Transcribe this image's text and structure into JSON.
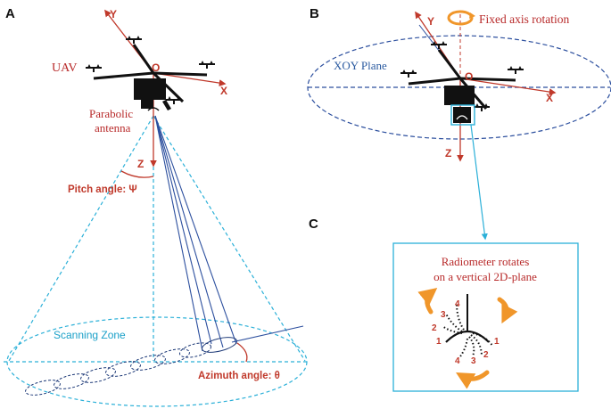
{
  "panels": {
    "a": "A",
    "b": "B",
    "c": "C"
  },
  "panel_a": {
    "axis_y": "Y",
    "axis_x": "X",
    "axis_z": "Z",
    "origin": "O",
    "uav_label": "UAV",
    "antenna_label_line1": "Parabolic",
    "antenna_label_line2": "antenna",
    "pitch_label": "Pitch angle: Ψ",
    "scanning_zone": "Scanning Zone",
    "azimuth_label": "Azimuth angle: θ"
  },
  "panel_b": {
    "axis_y": "Y",
    "axis_x": "X",
    "axis_z": "Z",
    "origin": "O",
    "rotation_label": "Fixed axis rotation",
    "plane_label": "XOY Plane"
  },
  "panel_c": {
    "line1": "Radiometer rotates",
    "line2": "on a vertical 2D-plane",
    "left_numbers": [
      "4",
      "3",
      "2",
      "1"
    ],
    "right_numbers": [
      "1",
      "2",
      "3",
      "4"
    ]
  },
  "colors": {
    "red": "#c0392b",
    "dark_red": "#b82a2a",
    "cyan": "#2bb0d8",
    "navy": "#1e3a78",
    "blue_lines": "#2c4f9e",
    "orange": "#f0962a"
  },
  "icons": {
    "rotation_arrow": "orange-circular-arrow-icon",
    "propeller": "propeller-icon",
    "uav_body": "drone-body-icon"
  }
}
